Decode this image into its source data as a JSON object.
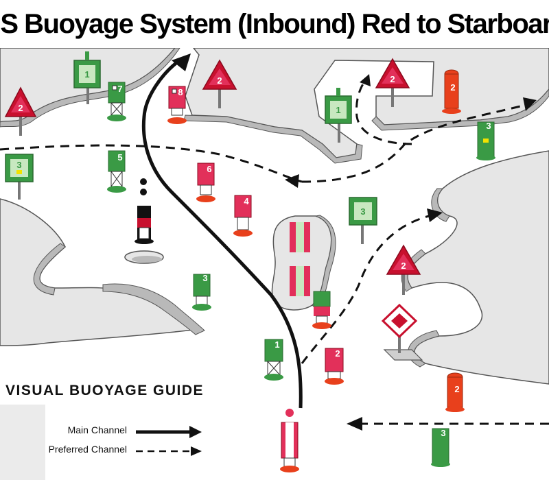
{
  "title": "US Buoyage System (Inbound) Red to Starboard",
  "guide_label": "VISUAL BUOYAGE GUIDE",
  "legend": {
    "main_channel": "Main Channel",
    "preferred_channel": "Preferred Channel"
  },
  "colors": {
    "land": "#e6e6e6",
    "shore": "#b9b9b9",
    "outline": "#555555",
    "green": "#3a9a45",
    "green_light": "#c8e8c0",
    "red": "#e2305a",
    "red_dark": "#c8102e",
    "orange_red": "#e8401c",
    "route": "#111111"
  },
  "buoys": {
    "daybeacon_green_nw": "1",
    "can_green_7": "7",
    "nun_red_8": "8",
    "daybeacon_red_nw": "2",
    "daybeacon_green_w": "3",
    "can_green_5": "5",
    "nun_red_6": "6",
    "nun_red_4": "4",
    "can_green_3": "3",
    "can_green_1": "1",
    "nun_red_2": "2",
    "daybeacon_green_pier": "1",
    "daybeacon_red_pier": "2",
    "nun_orange_ne": "2",
    "can_green_ne": "3",
    "daybeacon_green_island": "3",
    "daybeacon_red_e": "2",
    "nun_orange_se": "2",
    "can_green_se": "3"
  }
}
